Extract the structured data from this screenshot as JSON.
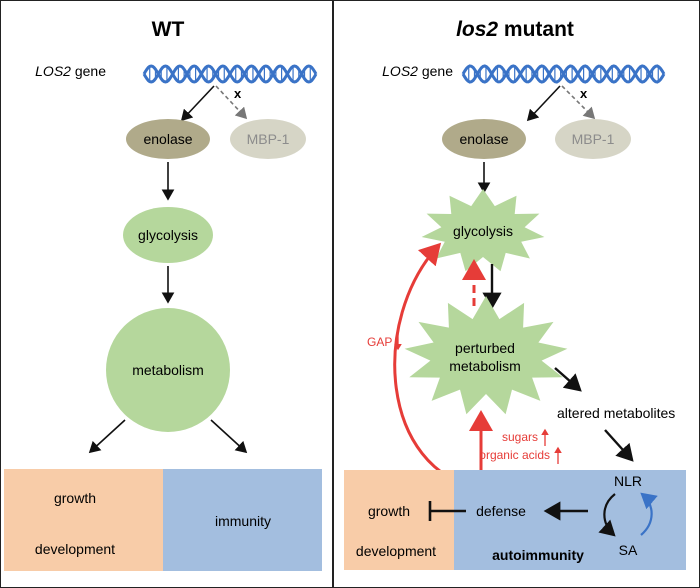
{
  "left": {
    "title": "WT",
    "gene_italic": "LOS2",
    "gene_suffix": " gene",
    "blocked_mark": "x",
    "enolase": "enolase",
    "mbp": "MBP-1",
    "glycolysis": "glycolysis",
    "metabolism": "metabolism",
    "growth": "growth",
    "development": "development",
    "immunity": "immunity"
  },
  "right": {
    "title_italic": "los2",
    "title_suffix": " mutant",
    "gene_italic": "LOS2",
    "gene_suffix": " gene",
    "blocked_mark": "x",
    "enolase": "enolase",
    "mbp": "MBP-1",
    "glycolysis": "glycolysis",
    "perturbed_line1": "perturbed",
    "perturbed_line2": "metabolism",
    "gap": "GAP",
    "altered": "altered metabolites",
    "sugars": "sugars",
    "organic_acids": "organic acids",
    "nlr": "NLR",
    "sa": "SA",
    "growth": "growth",
    "development": "development",
    "defense": "defense",
    "autoimmunity": "autoimmunity"
  },
  "colors": {
    "peach": "#f8cca8",
    "blue": "#a3bedf",
    "green": "#b5d79c",
    "enolase": "#b0aa8a",
    "mbp": "#d6d5c6",
    "red": "#e63c38",
    "dna": "#3a73c7"
  }
}
